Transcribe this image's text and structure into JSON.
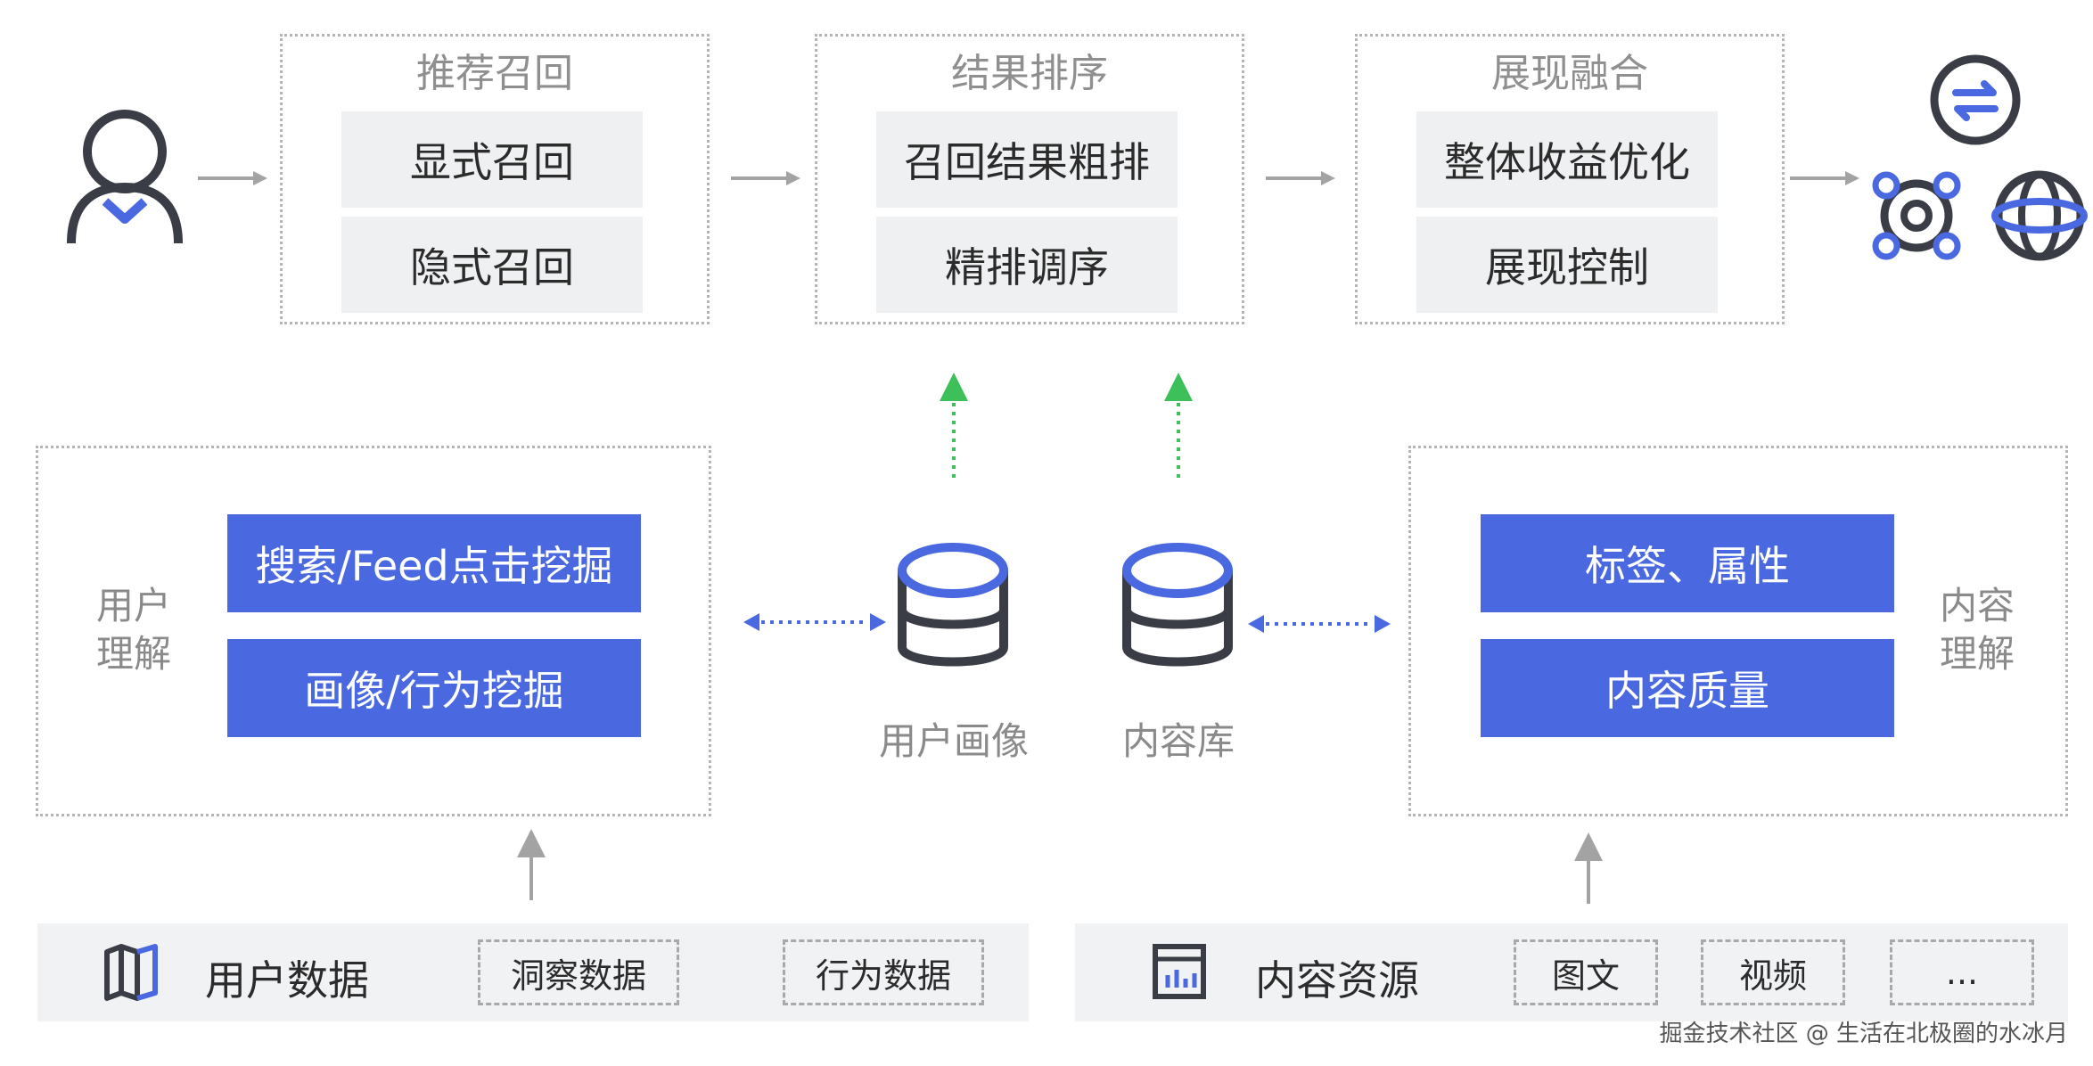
{
  "stages": {
    "recall": {
      "title": "推荐召回",
      "items": [
        "显式召回",
        "隐式召回"
      ]
    },
    "ranking": {
      "title": "结果排序",
      "items": [
        "召回结果粗排",
        "精排调序"
      ]
    },
    "fusion": {
      "title": "展现融合",
      "items": [
        "整体收益优化",
        "展现控制"
      ]
    }
  },
  "user_understanding": {
    "label": "用户\n理解",
    "items": [
      "搜索/Feed点击挖掘",
      "画像/行为挖掘"
    ]
  },
  "content_understanding": {
    "label": "内容\n理解",
    "items": [
      "标签、属性",
      "内容质量"
    ]
  },
  "databases": {
    "user_profile": "用户画像",
    "content_library": "内容库"
  },
  "user_data": {
    "title": "用户数据",
    "chips": [
      "洞察数据",
      "行为数据"
    ]
  },
  "content_resources": {
    "title": "内容资源",
    "chips": [
      "图文",
      "视频",
      "..."
    ]
  },
  "watermark": "掘金技术社区 @ 生活在北极圈的水冰月",
  "colors": {
    "accent_blue": "#4a68e0",
    "green_arrow": "#3dbf5a",
    "gray_box": "#eff0f2",
    "icon_dark": "#3a3d45"
  },
  "icons": [
    "user-icon",
    "exchange-icon",
    "network-icon",
    "globe-icon",
    "database-icon",
    "map-icon",
    "chart-icon"
  ]
}
